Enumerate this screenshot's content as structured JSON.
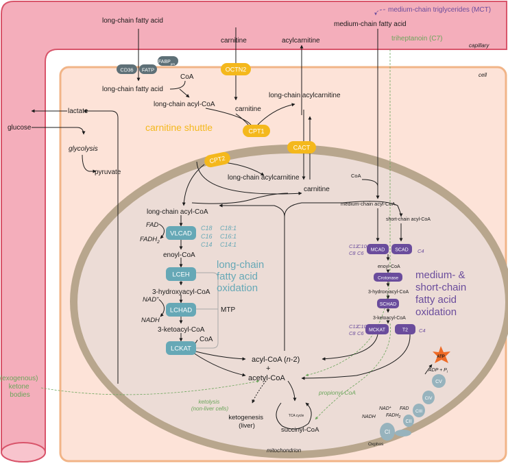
{
  "regions": {
    "capillary": "capillary",
    "cell": "cell",
    "mitochondrion": "mitochondrion"
  },
  "colors": {
    "capillary_fill": "#f4aebb",
    "capillary_stroke": "#d8546a",
    "cell_fill": "#fde3d8",
    "cell_stroke": "#f1b487",
    "mito_outer": "#b8a68d",
    "mito_inner": "#ecdcd6",
    "teal": "#66a8b6",
    "purple": "#6a4c9c",
    "orange": "#f4b81c",
    "green": "#6aa55a",
    "grey": "#5e7077",
    "atp": "#ee6a25"
  },
  "capillary": {
    "long_chain_fatty_acid": "long-chain fatty acid",
    "carnitine": "carnitine",
    "acylcarnitine": "acylcarnitine",
    "mct": "medium-chain triglycerides (MCT)",
    "medium_chain_fatty_acid": "medium-chain fatty acid",
    "triheptanoin": "triheptanoin (C7)",
    "lactate": "lactate",
    "glucose": "glucose",
    "ketone_bodies": "(exogenous)\nketone\nbodies"
  },
  "transporters": {
    "cd36": "CD36",
    "fatp": "FATP",
    "fabp": "FABP",
    "fabp_sub": "pm",
    "octn2": "OCTN2",
    "cpt1": "CPT1",
    "cact": "CACT",
    "cpt2": "CPT2"
  },
  "cytosol": {
    "coa": "CoA",
    "long_chain_fatty_acid": "long-chain fatty acid",
    "long_chain_acyl_coa": "long-chain acyl-CoA",
    "carnitine": "carnitine",
    "long_chain_acylcarnitine": "long-chain acylcarnitine",
    "carnitine_shuttle": "carnitine shuttle",
    "glycolysis": "glycolysis",
    "pyruvate": "pyruvate"
  },
  "mito": {
    "long_chain_acylcarnitine": "long-chain acylcarnitine",
    "carnitine": "carnitine",
    "long_chain_acyl_coa": "long-chain acyl-CoA",
    "fad": "FAD",
    "fadh2": "FADH",
    "fadh2_sub": "2",
    "enoyl_coa": "enoyl-CoA",
    "nad": "NAD",
    "nad_sup": "+",
    "nadh": "NADH",
    "hydroxyacyl_coa": "3-hydroxyacyl-CoA",
    "ketoacyl_coa": "3-ketoacyl-CoA",
    "coa": "CoA",
    "mtp": "MTP",
    "acyl_coa_pre": "acyl-CoA (",
    "acyl_coa_n": "n",
    "acyl_coa_post": "-2)",
    "plus": "+",
    "acetyl_coa": "acetyl-CoA",
    "ketolysis": "ketolysis\n(non-liver cells)",
    "ketogenesis": "ketogenesis\n(liver)",
    "tca_cycle": "TCA cycle",
    "succinyl_coa": "succinyl-CoA",
    "propionyl_coa": "propionyl-CoA",
    "mc_coa": "CoA",
    "medium_chain_acyl_coa": "medium-chain acyl-CoA",
    "short_chain_acyl_coa": "short-chain acyl-CoA",
    "mc_enoyl_coa": "enoyl-CoA",
    "mc_hydroxyacyl_coa": "3-hydroxyacyl-CoA",
    "mc_ketoacyl_coa": "3-ketoacyl-CoA"
  },
  "enzymes": {
    "vlcad": "VLCAD",
    "lceh": "LCEH",
    "lchad": "LCHAD",
    "lckat": "LCKAT",
    "mcad": "MCAD",
    "scad": "SCAD",
    "crotonase": "Crotonase",
    "schad": "SCHAD",
    "mckat": "MCKAT",
    "t2": "T2"
  },
  "chain_lengths": {
    "vlcad": [
      "C18",
      "C18:1",
      "C16",
      "C16:1",
      "C14",
      "C14:1"
    ],
    "mcad": [
      "C12",
      "C10",
      "C8",
      "C6"
    ],
    "scad": "C4",
    "mckat": [
      "C12",
      "C10",
      "C8",
      "C6"
    ],
    "t2": "C4"
  },
  "pathway_titles": {
    "lc_oxidation": "long-chain\nfatty acid\noxidation",
    "mc_oxidation": "medium- &\nshort-chain\nfatty acid\noxidation"
  },
  "oxphos": {
    "label": "Oxphos",
    "atp": "ATP",
    "adp_pi": "ADP + P",
    "adp_pi_sub": "i",
    "nadh": "NADH",
    "nad": "NAD",
    "nad_sup": "+",
    "fadh": "FADH",
    "fadh_sub": "2",
    "fad": "FAD",
    "ci": "CI",
    "cii": "CII",
    "ciii": "CIII",
    "civ": "CIV",
    "cv": "CV"
  }
}
